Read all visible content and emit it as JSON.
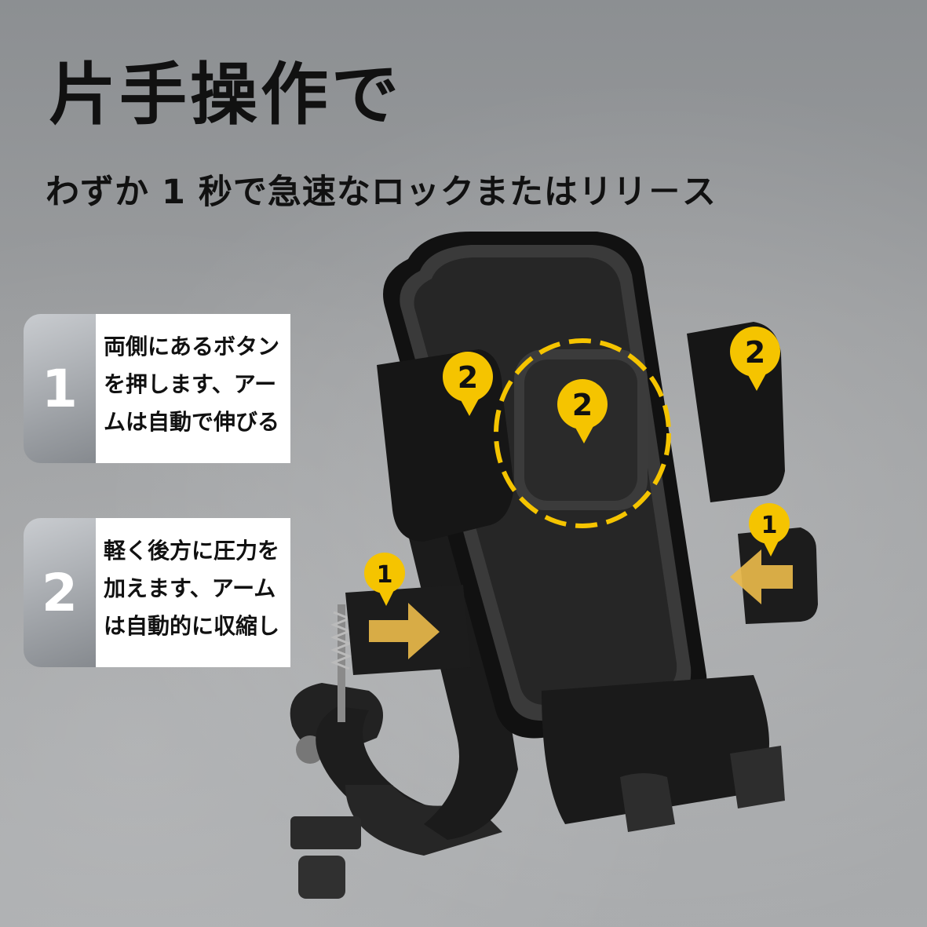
{
  "title": "片手操作で",
  "subtitle": "わずか 1 秒で急速なロックまたはリリ－ス",
  "steps": [
    {
      "number": "1",
      "text": "両側にあるボタン\nを押します、アー\nムは自動で伸びる"
    },
    {
      "number": "2",
      "text": "軽く後方に圧力を\n加えます、アーム\nは自動的に収縮し"
    }
  ],
  "markers": {
    "press_sides": "1",
    "push_back": "2"
  },
  "colors": {
    "accent_yellow": "#f5c400",
    "device_black": "#1a1a1a",
    "text_dark": "#111111"
  }
}
